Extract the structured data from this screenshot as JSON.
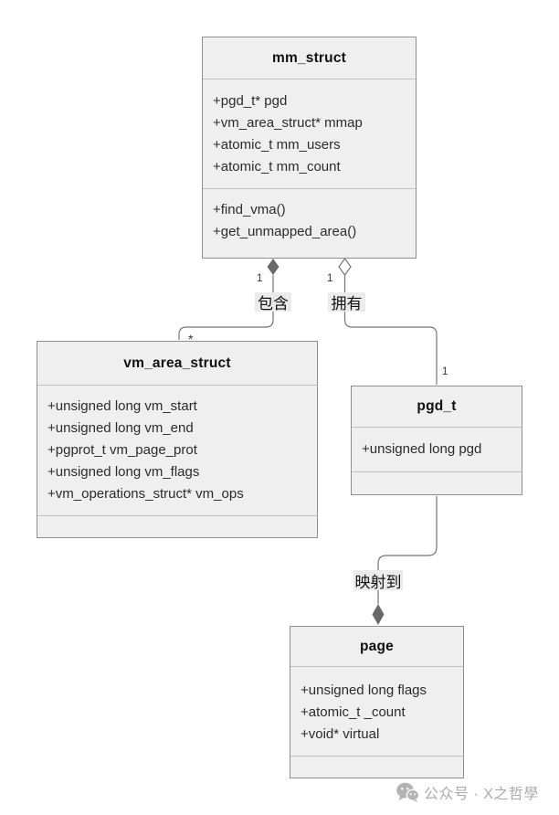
{
  "diagram": {
    "classes": {
      "mm_struct": {
        "title": "mm_struct",
        "attributes": [
          "+pgd_t* pgd",
          "+vm_area_struct* mmap",
          "+atomic_t mm_users",
          "+atomic_t mm_count"
        ],
        "methods": [
          "+find_vma()",
          "+get_unmapped_area()"
        ]
      },
      "vm_area_struct": {
        "title": "vm_area_struct",
        "attributes": [
          "+unsigned long vm_start",
          "+unsigned long vm_end",
          "+pgprot_t vm_page_prot",
          "+unsigned long vm_flags",
          "+vm_operations_struct* vm_ops"
        ],
        "methods": []
      },
      "pgd_t": {
        "title": "pgd_t",
        "attributes": [
          "+unsigned long pgd"
        ],
        "methods": []
      },
      "page": {
        "title": "page",
        "attributes": [
          "+unsigned long flags",
          "+atomic_t _count",
          "+void* virtual"
        ],
        "methods": []
      }
    },
    "relations": {
      "contains": {
        "label": "包含",
        "type": "composition",
        "source_multiplicity": "1",
        "target_multiplicity": "*"
      },
      "owns": {
        "label": "拥有",
        "type": "aggregation",
        "source_multiplicity": "1",
        "target_multiplicity": "1"
      },
      "maps_to": {
        "label": "映射到",
        "type": "composition"
      }
    },
    "colors": {
      "box_fill": "#efefef",
      "box_border": "#8f8f8f",
      "divider": "#c2c2c2",
      "connector": "#757575",
      "diamond_fill": "#696969",
      "label_bg": "#ebebeb",
      "watermark": "#ababab"
    }
  },
  "watermark": {
    "icon": "wechat-icon",
    "text": "公众号 · X之哲學"
  }
}
